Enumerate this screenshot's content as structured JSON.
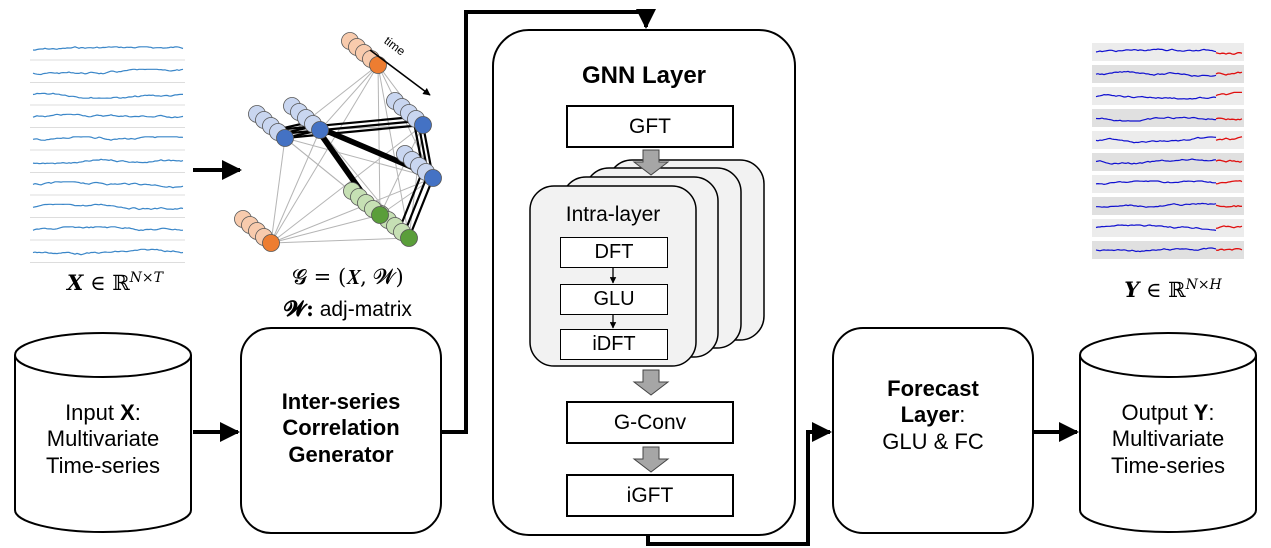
{
  "input_db": {
    "line1_prefix": "Input ",
    "line1_bold": "X",
    "line1_suffix": ":",
    "line2": "Multivariate",
    "line3": "Time-series"
  },
  "output_db": {
    "line1_prefix": "Output ",
    "line1_bold": "Y",
    "line1_suffix": ":",
    "line2": "Multivariate",
    "line3": "Time-series"
  },
  "generator": {
    "line1": "Inter-series",
    "line2": "Correlation",
    "line3": "Generator"
  },
  "forecast": {
    "line1_bold": "Forecast",
    "line2_bold": "Layer",
    "line2_suffix": ":",
    "line3": "GLU & FC"
  },
  "gnn": {
    "title": "GNN Layer",
    "gft": "GFT",
    "intra_title": "Intra-layer",
    "dft": "DFT",
    "glu": "GLU",
    "idft": "iDFT",
    "gconv": "G-Conv",
    "igft": "iGFT"
  },
  "math": {
    "x_def": {
      "var": "X",
      "in": " ∈ ℝ",
      "sup": "N×T"
    },
    "y_def": {
      "var": "Y",
      "in": " ∈ ℝ",
      "sup": "N×H"
    },
    "graph_def": "𝓖 = (𝑿, 𝓦)",
    "adj_var": "𝓦:",
    "adj_text": " adj-matrix"
  },
  "graph_annotation": "time",
  "colors": {
    "series_input": "#3a86c8",
    "series_output_blue": "#1010d0",
    "series_output_red": "#e01010",
    "node_blue": "#4472c4",
    "node_green": "#5a9e3a",
    "node_orange": "#ed7d31",
    "panel_bg": "#f2f2f2"
  }
}
